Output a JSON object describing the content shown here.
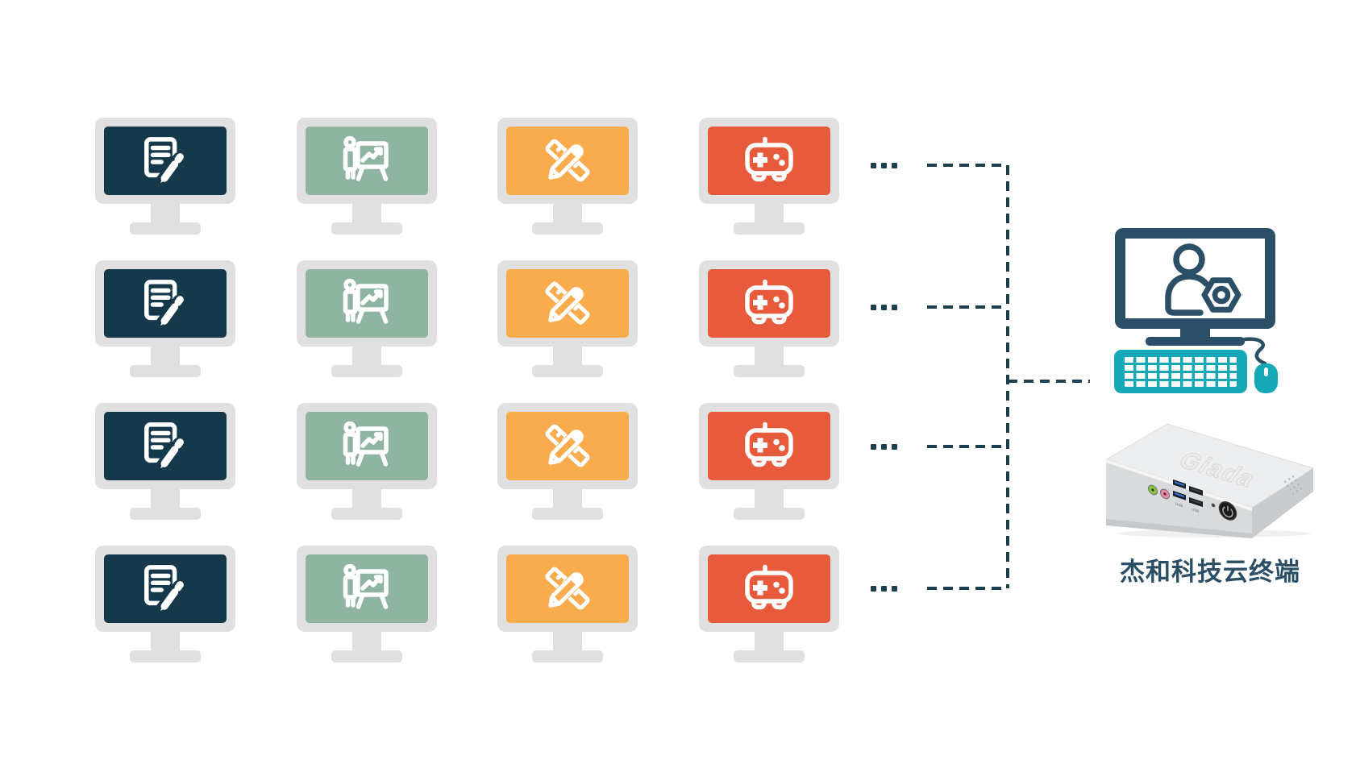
{
  "theme": {
    "line": "#1C3E4D",
    "frame": "#E0E0E0",
    "admin": "#2B4F66",
    "teal": "#17A8B8",
    "caption": "#2A4E66"
  },
  "grid": {
    "rows": 4,
    "ellipsis": "...",
    "columns": [
      {
        "type": "office-document",
        "screen_color": "#15384A",
        "icon": "document-edit-icon"
      },
      {
        "type": "presentation",
        "screen_color": "#8FB4A1",
        "icon": "presentation-chart-icon"
      },
      {
        "type": "design",
        "screen_color": "#F8AC4E",
        "icon": "ruler-pencil-icon"
      },
      {
        "type": "gaming",
        "screen_color": "#E75B3C",
        "icon": "gamepad-icon"
      }
    ]
  },
  "device": {
    "logo": "Giada",
    "port_labels": [
      "USB",
      "USB"
    ],
    "caption": "杰和科技云终端"
  }
}
